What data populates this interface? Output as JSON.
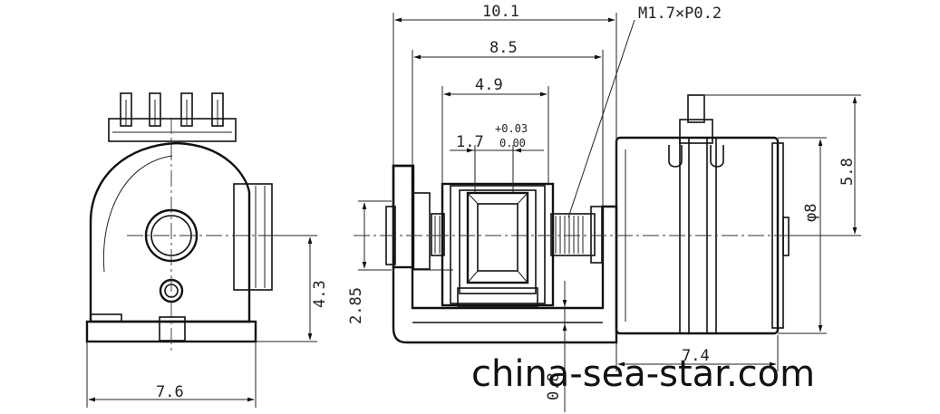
{
  "dimensions": {
    "overall_length": "10.1",
    "bracket_length": "8.5",
    "nut_travel": "4.9",
    "pitch_offset": "1.7",
    "tolerance_upper": "+0.03",
    "tolerance_lower": "0.00",
    "thread_spec": "M1.7×P0.2",
    "motor_diameter": "φ8",
    "terminal_height": "5.8",
    "motor_length": "7.4",
    "side_height": "4.3",
    "shaft_height": "2.85",
    "bracket_thickness": "0.8",
    "side_width": "7.6"
  },
  "watermark": "china-sea-star.com",
  "colors": {
    "line": "#111111",
    "background": "#ffffff"
  }
}
